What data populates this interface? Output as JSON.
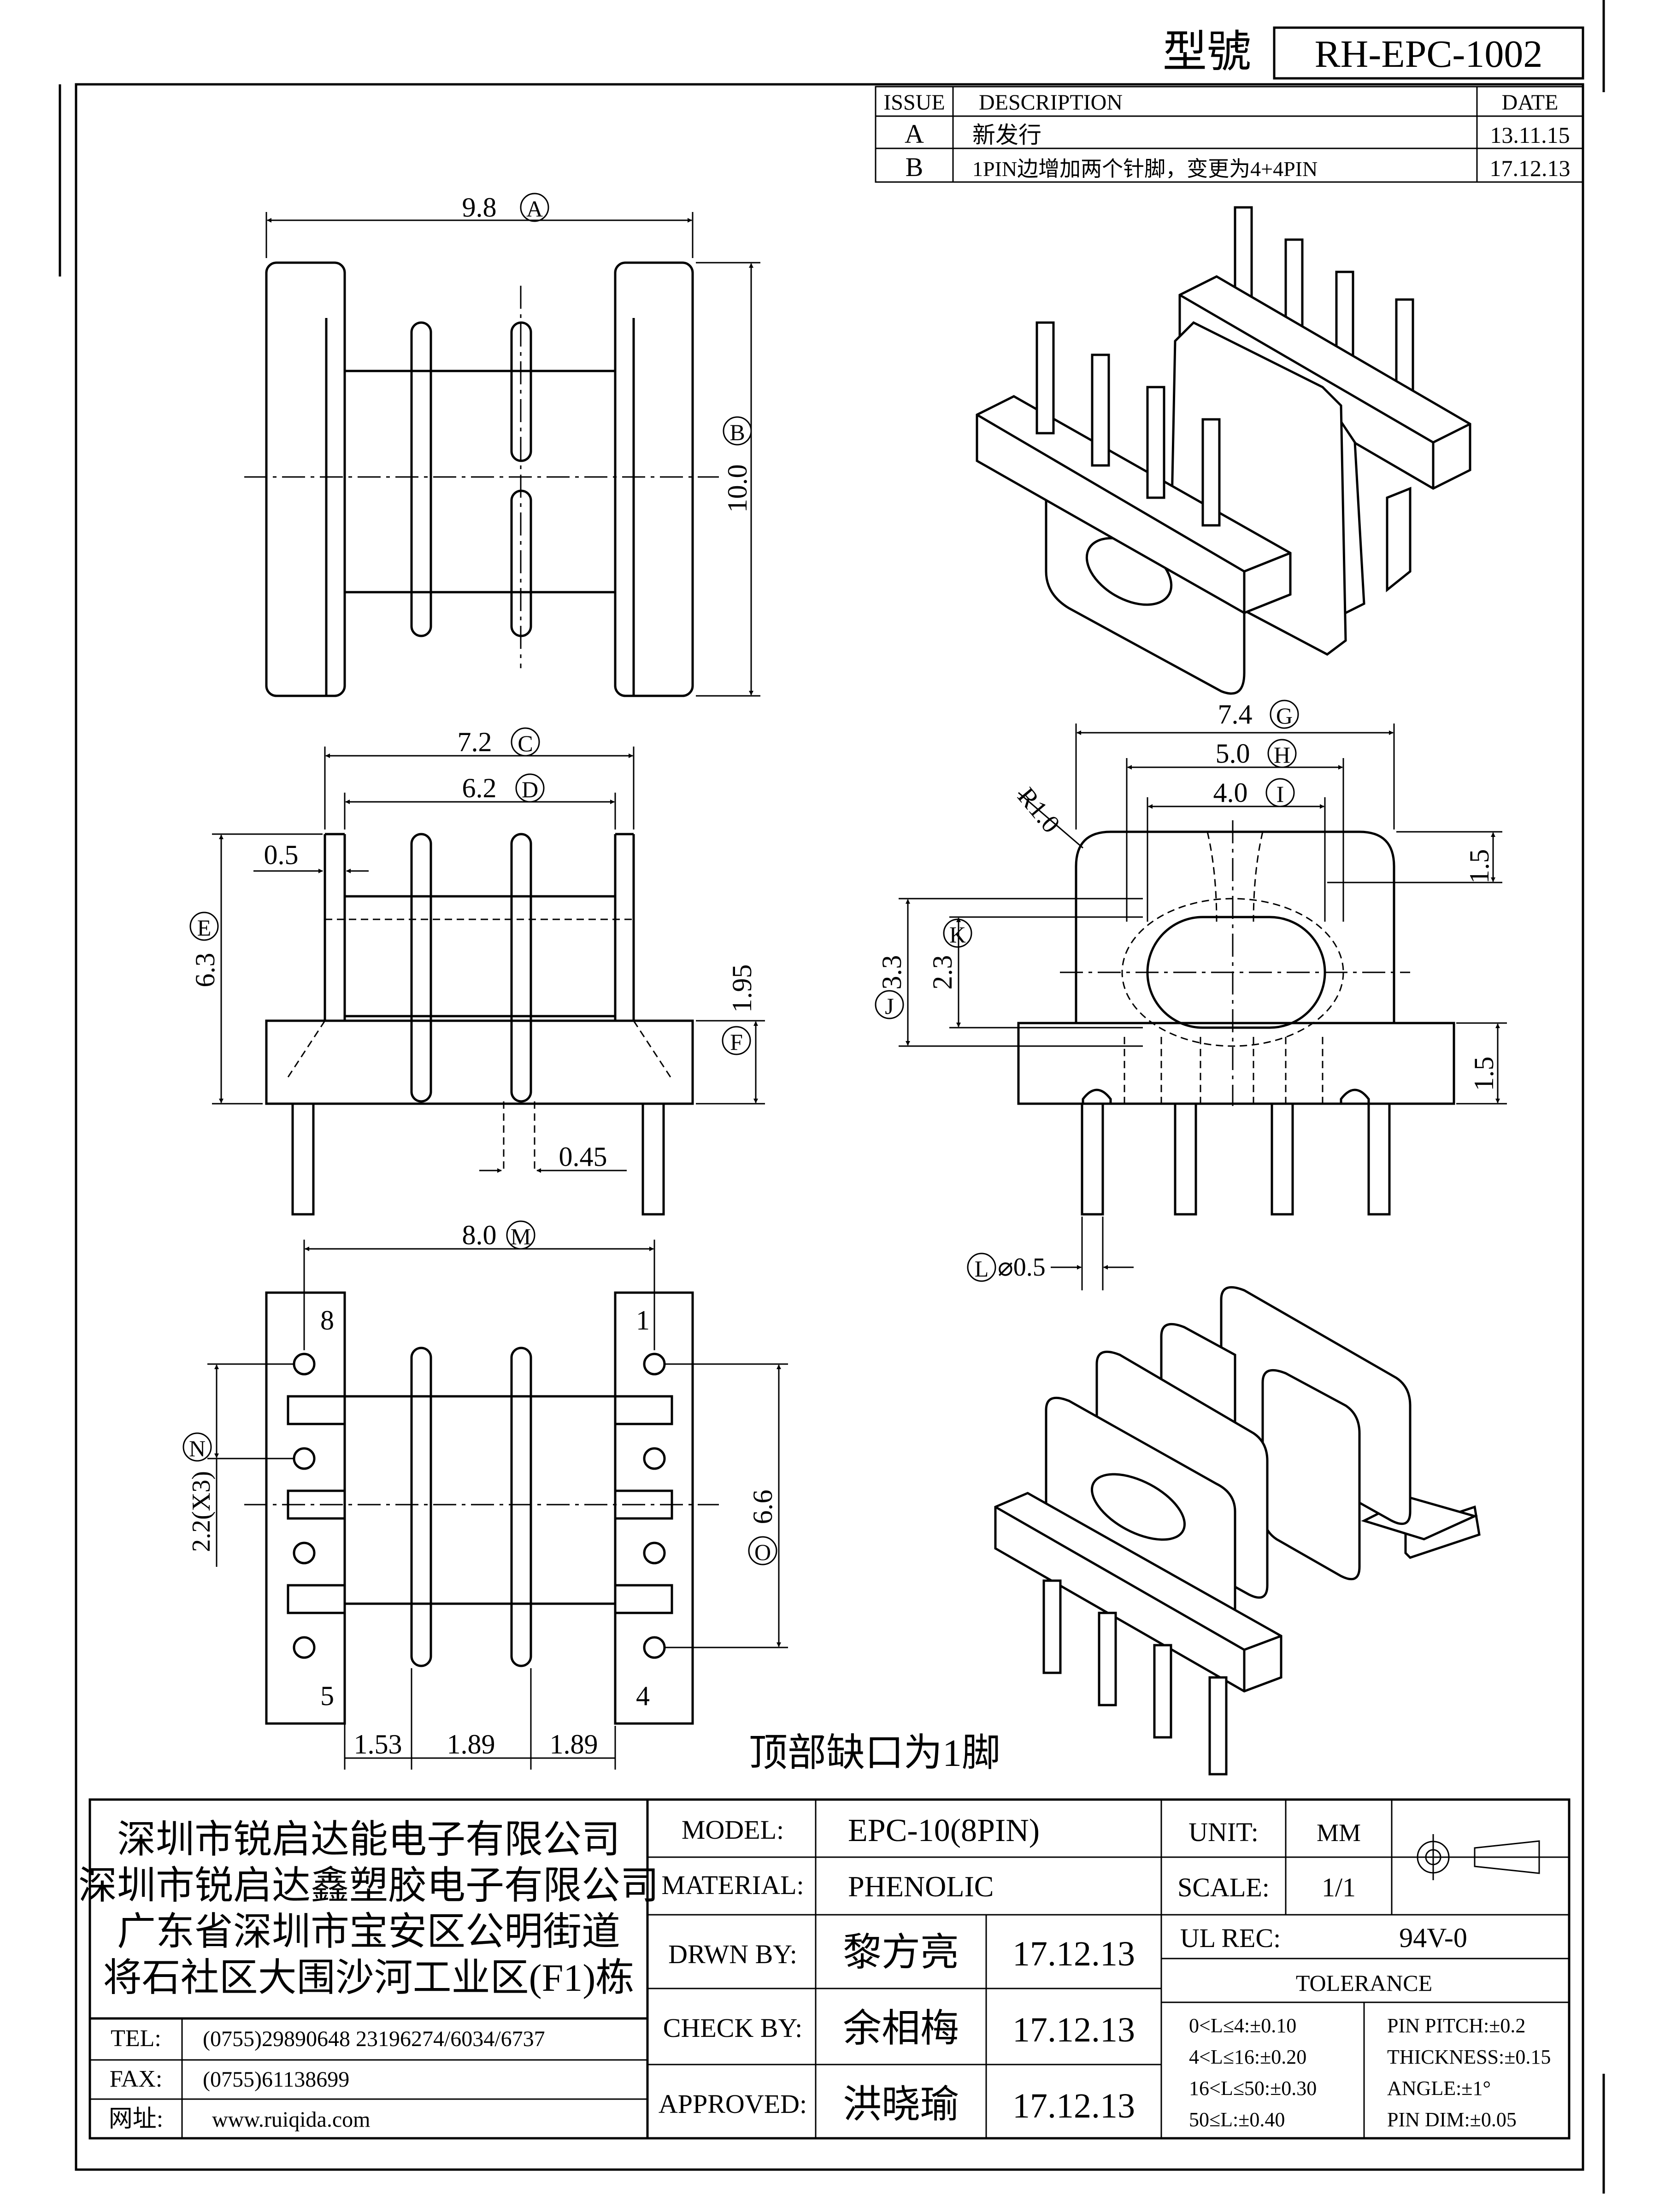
{
  "header": {
    "model_label": "型號",
    "model_value": "RH-EPC-1002"
  },
  "revisions": {
    "headers": [
      "ISSUE",
      "DESCRIPTION",
      "DATE"
    ],
    "rows": [
      {
        "issue": "A",
        "description": "新发行",
        "date": "13.11.15"
      },
      {
        "issue": "B",
        "description": "1PIN边增加两个针脚，变更为4+4PIN",
        "date": "17.12.13"
      }
    ]
  },
  "dimensions": {
    "A": {
      "value": "9.8",
      "letter": "A"
    },
    "B": {
      "value": "10.0",
      "letter": "B"
    },
    "C": {
      "value": "7.2",
      "letter": "C"
    },
    "D": {
      "value": "6.2",
      "letter": "D"
    },
    "E": {
      "value": "6.3",
      "letter": "E"
    },
    "F": {
      "value": "1.95",
      "letter": "F"
    },
    "G": {
      "value": "7.4",
      "letter": "G"
    },
    "H": {
      "value": "5.0",
      "letter": "H"
    },
    "I": {
      "value": "4.0",
      "letter": "I"
    },
    "J": {
      "value": "3.3",
      "letter": "J"
    },
    "K": {
      "value": "2.3",
      "letter": "K"
    },
    "L": {
      "value": "⌀0.5",
      "letter": "L"
    },
    "M": {
      "value": "8.0",
      "letter": "M"
    },
    "N": {
      "value": "2.2(X3)",
      "letter": "N"
    },
    "O": {
      "value": "6.6",
      "letter": "O"
    },
    "flange": "0.5",
    "pin_width": "0.45",
    "radius": "R1.0",
    "top_gap": "1.5",
    "base_height": "1.5",
    "bottom": [
      "1.53",
      "1.89",
      "1.89"
    ]
  },
  "pins": {
    "p8": "8",
    "p1": "1",
    "p5": "5",
    "p4": "4"
  },
  "note": "顶部缺口为1脚",
  "title_block": {
    "company": [
      "深圳市锐启达能电子有限公司",
      "深圳市锐启达鑫塑胶电子有限公司",
      "广东省深圳市宝安区公明街道",
      "将石社区大围沙河工业区(F1)栋"
    ],
    "contact": [
      {
        "label": "TEL:",
        "value": "(0755)29890648  23196274/6034/6737"
      },
      {
        "label": "FAX:",
        "value": "(0755)61138699"
      },
      {
        "label": "网址:",
        "value": "www.ruiqida.com"
      }
    ],
    "model_label": "MODEL:",
    "model_value": "EPC-10(8PIN)",
    "material_label": "MATERIAL:",
    "material_value": "PHENOLIC",
    "drawn_label": "DRWN BY:",
    "drawn_name": "黎方亮",
    "drawn_date": "17.12.13",
    "check_label": "CHECK BY:",
    "check_name": "余相梅",
    "check_date": "17.12.13",
    "approved_label": "APPROVED:",
    "approved_name": "洪晓瑜",
    "approved_date": "17.12.13",
    "unit_label": "UNIT:",
    "unit_value": "MM",
    "scale_label": "SCALE:",
    "scale_value": "1/1",
    "ul_label": "UL REC:",
    "ul_value": "94V-0",
    "tolerance_label": "TOLERANCE",
    "tol_left": [
      "0<L≤4:±0.10",
      "4<L≤16:±0.20",
      "16<L≤50:±0.30",
      "50≤L:±0.40"
    ],
    "tol_right": [
      "PIN PITCH:±0.2",
      "THICKNESS:±0.15",
      "ANGLE:±1°",
      "PIN DIM:±0.05"
    ]
  }
}
